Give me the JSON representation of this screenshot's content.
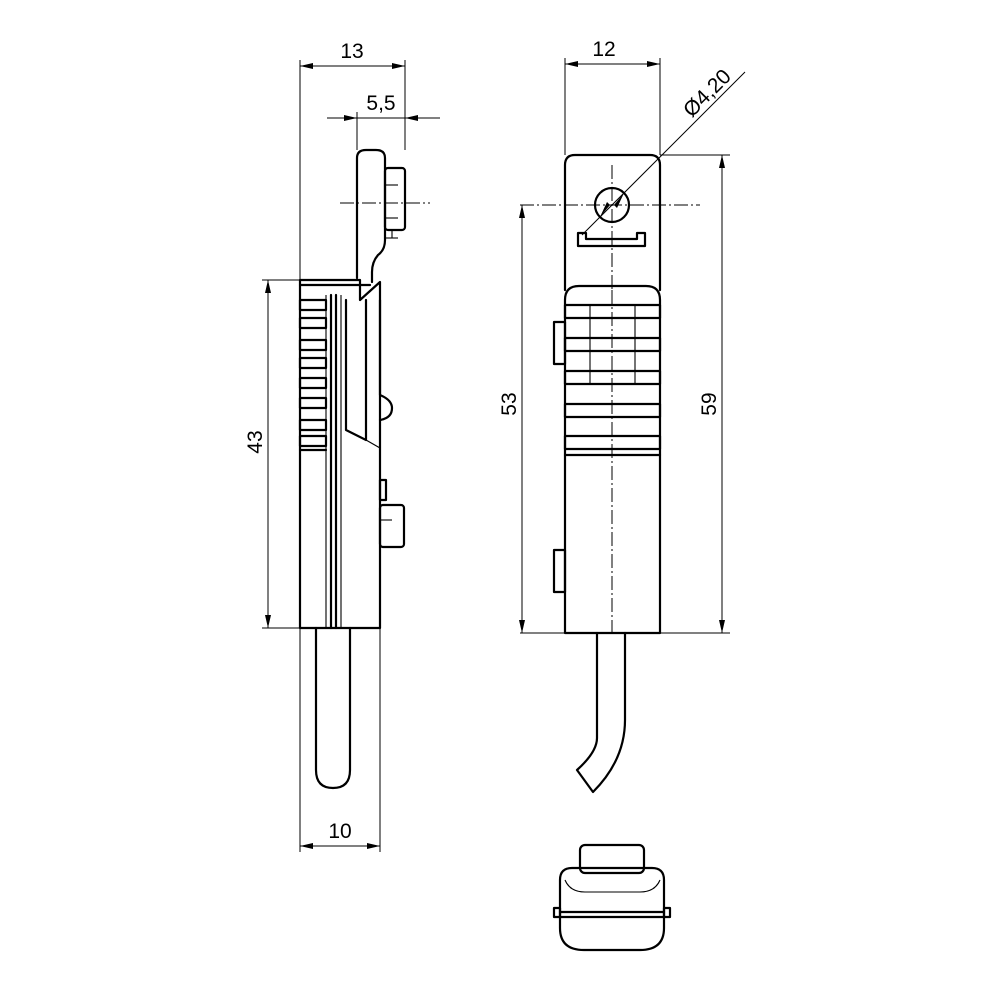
{
  "drawing": {
    "dimensions": {
      "side_width_top": "13",
      "side_offset": "5,5",
      "side_height": "43",
      "side_width_bottom": "10",
      "front_width": "12",
      "hole_diameter": "Ø4,20",
      "front_height_body": "53",
      "front_height_total": "59"
    }
  }
}
